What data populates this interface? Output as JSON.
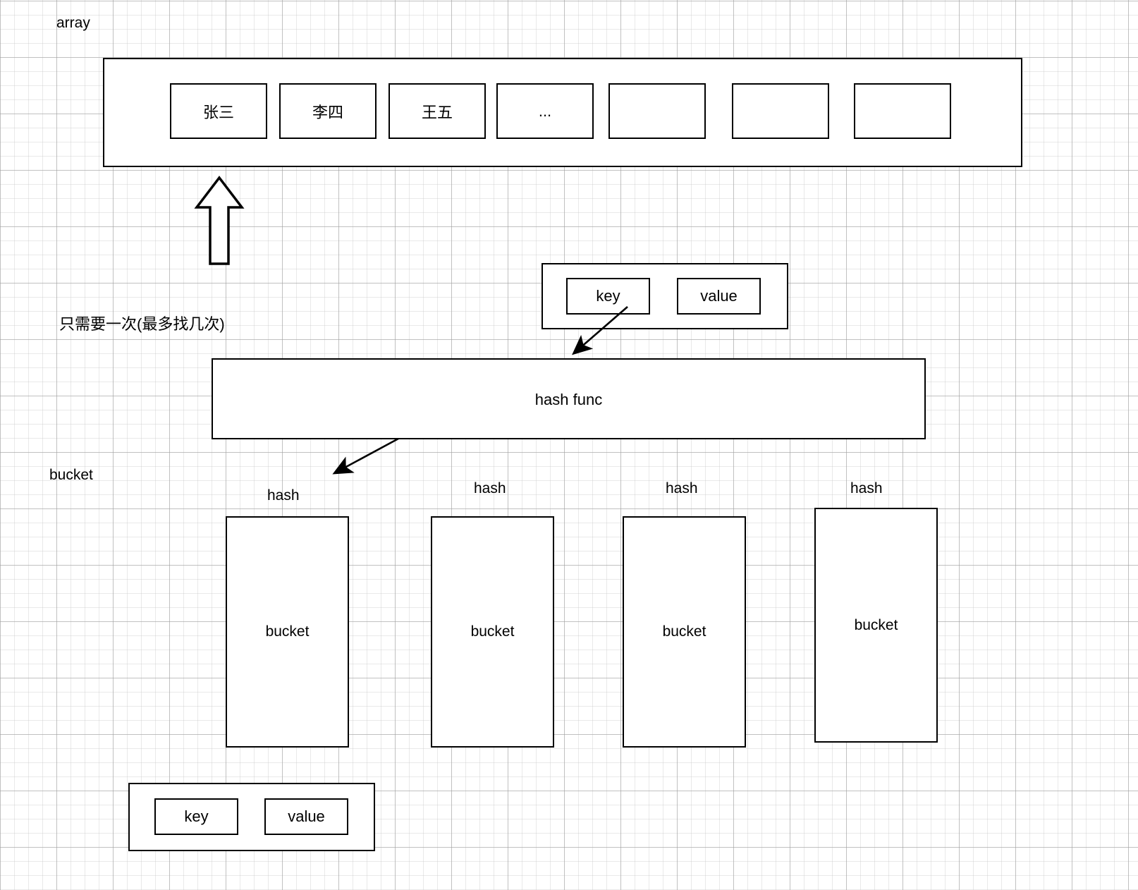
{
  "diagram": {
    "title": "hash map structure",
    "bg_color": "#ffffff",
    "stroke_color": "#000000",
    "grid_minor_color": "#e8e8e8",
    "grid_major_color": "#a0a0a0"
  },
  "labels": {
    "array": "array",
    "note_once": "只需要一次(最多找几次)",
    "bucket_side": "bucket",
    "hash_func": "hash func"
  },
  "array_row": {
    "cells": [
      {
        "text": "张三"
      },
      {
        "text": "李四"
      },
      {
        "text": "王五"
      },
      {
        "text": "..."
      },
      {
        "text": ""
      },
      {
        "text": ""
      },
      {
        "text": ""
      }
    ]
  },
  "kv_top": {
    "key_label": "key",
    "value_label": "value"
  },
  "kv_bottom": {
    "key_label": "key",
    "value_label": "value"
  },
  "buckets": [
    {
      "hash_label": "hash",
      "body_label": "bucket"
    },
    {
      "hash_label": "hash",
      "body_label": "bucket"
    },
    {
      "hash_label": "hash",
      "body_label": "bucket"
    },
    {
      "hash_label": "hash",
      "body_label": "bucket"
    }
  ]
}
